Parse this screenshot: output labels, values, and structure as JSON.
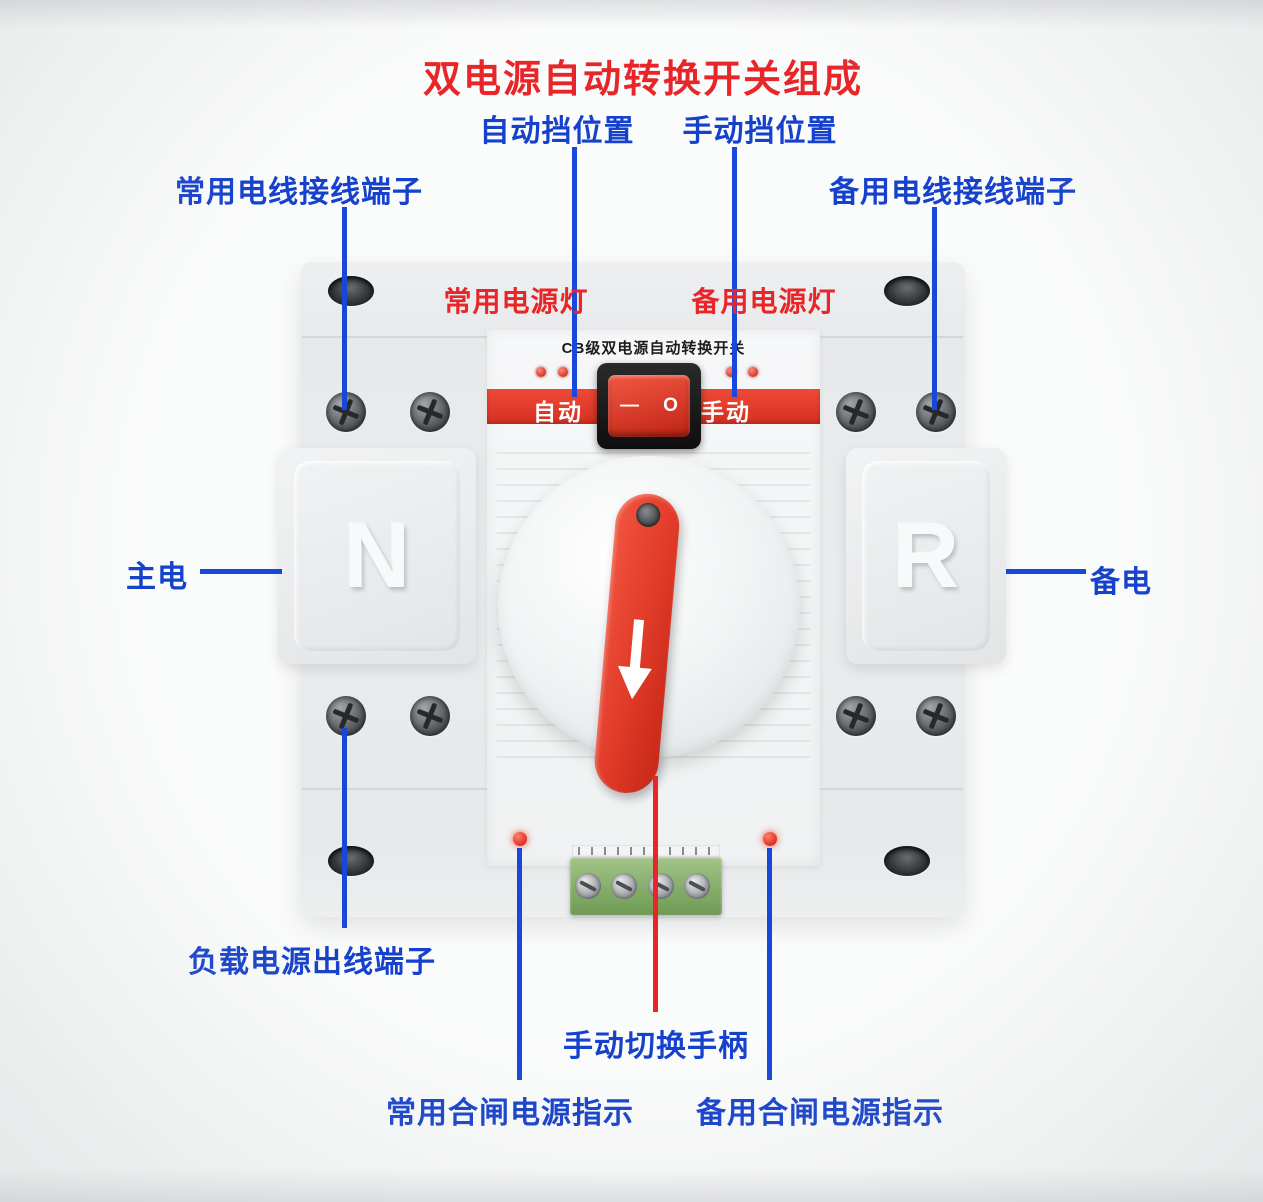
{
  "title": "双电源自动转换开关组成",
  "annotations": {
    "auto_position": "自动挡位置",
    "manual_position": "手动挡位置",
    "common_wire_terminal": "常用电线接线端子",
    "backup_wire_terminal": "备用电线接线端子",
    "common_power_light": "常用电源灯",
    "backup_power_light": "备用电源灯",
    "main_power": "主电",
    "backup_power": "备电",
    "load_output_terminal": "负载电源出线端子",
    "manual_switch_handle": "手动切换手柄",
    "common_closing_indicator": "常用合闸电源指示",
    "backup_closing_indicator": "备用合闸电源指示"
  },
  "device": {
    "panel_title": "CB级双电源自动转换开关",
    "auto_mode_label": "自动",
    "manual_mode_label": "手动",
    "rocker_left_symbol": "—",
    "rocker_right_symbol": "O",
    "left_module_letter": "N",
    "right_module_letter": "R"
  },
  "colors": {
    "annotation_blue": "#1641cc",
    "annotation_red": "#e8262a",
    "band_red": "#e03a2c",
    "handle_red": "#e33b2a",
    "terminal_green": "#82ab67"
  }
}
